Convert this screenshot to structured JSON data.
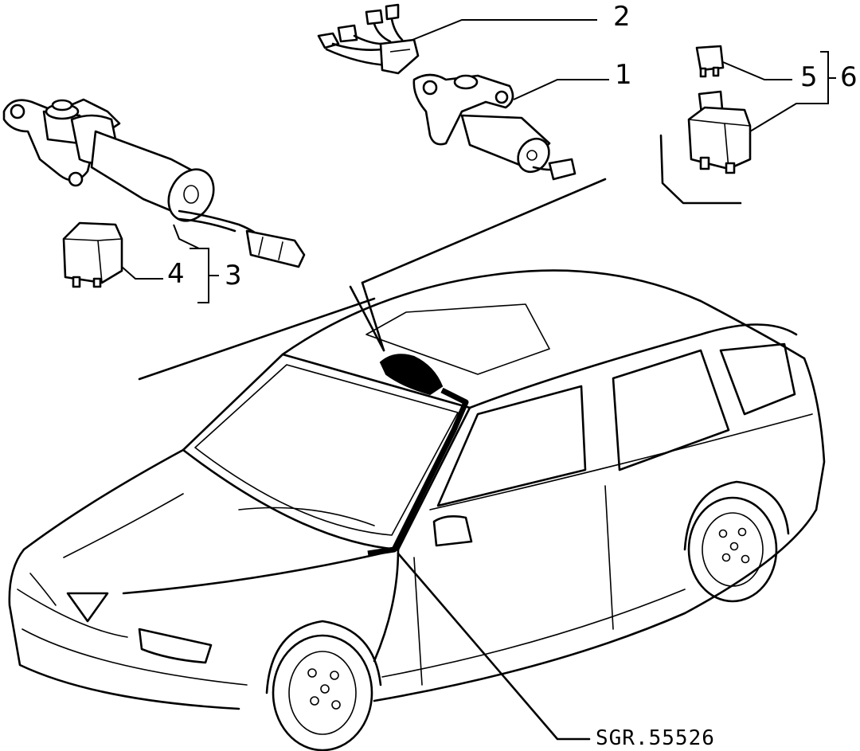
{
  "diagram": {
    "reference_code": "SGR.55526",
    "callouts": [
      "1",
      "2",
      "3",
      "4",
      "5",
      "6"
    ]
  },
  "icons": {
    "car": "car-outline-icon",
    "motor": "motor-icon",
    "harness": "wiring-harness-icon",
    "relay": "relay-icon"
  }
}
